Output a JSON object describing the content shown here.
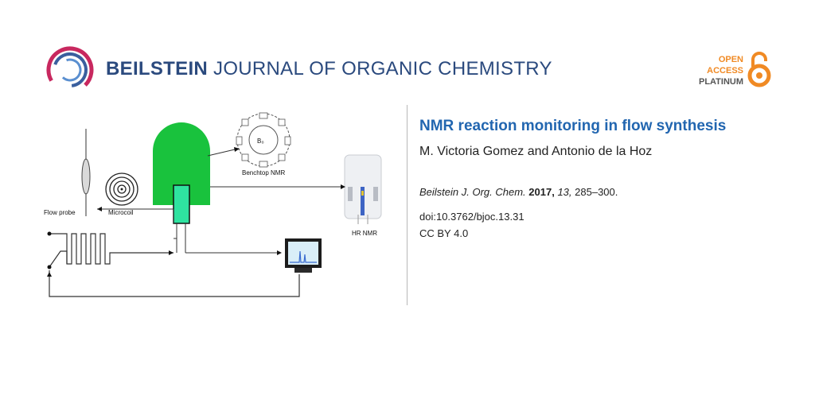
{
  "journal": {
    "name_bold": "BEILSTEIN",
    "name_rest": " JOURNAL OF ORGANIC CHEMISTRY"
  },
  "open_access": {
    "line1": "OPEN",
    "line2": "ACCESS",
    "line3": "PLATINUM"
  },
  "article": {
    "title": "NMR reaction monitoring in flow synthesis",
    "authors": "M. Victoria Gomez and Antonio de la Hoz",
    "journal_abbr": "Beilstein J. Org. Chem.",
    "year": "2017,",
    "volume": "13,",
    "pages": "285–300.",
    "doi": "doi:10.3762/bjoc.13.31",
    "license": "CC BY 4.0"
  },
  "figure": {
    "labels": {
      "flow_probe": "Flow probe",
      "microcoil": "Microcoil",
      "benchtop_nmr": "Benchtop NMR",
      "hr_nmr": "HR NMR",
      "b0": "B₀"
    }
  },
  "colors": {
    "brand_blue": "#2b4a7e",
    "title_blue": "#2266b0",
    "oa_orange": "#f08a24",
    "magnet_green": "#19c23d",
    "cell_green": "#2fe3a0"
  }
}
